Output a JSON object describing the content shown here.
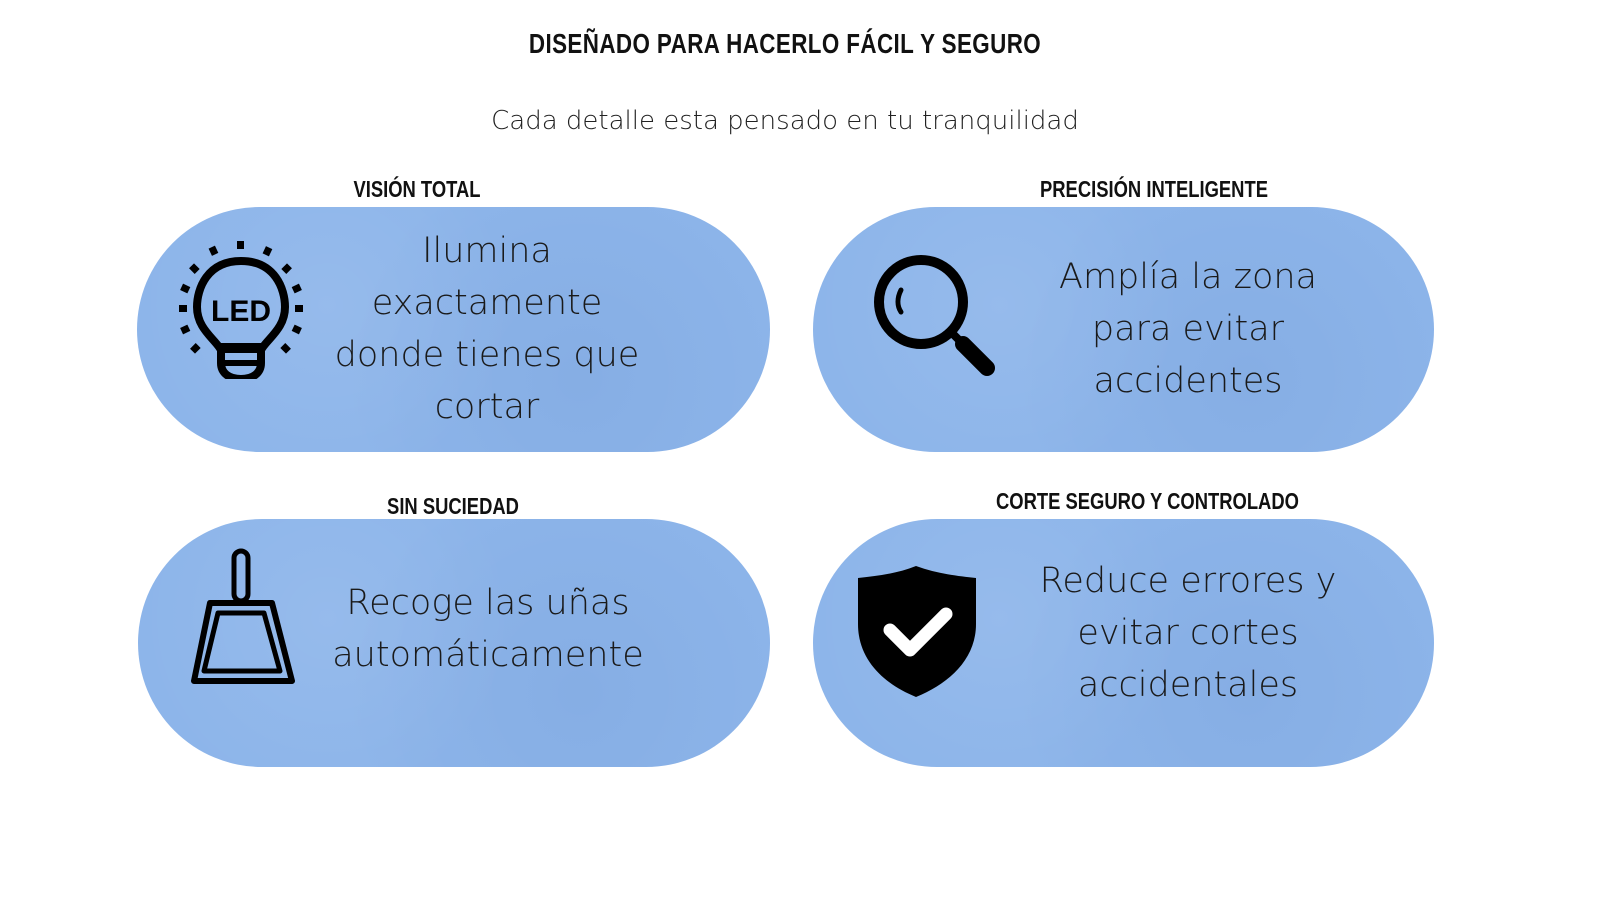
{
  "header": {
    "title": "DISEÑADO PARA HACERLO FÁCIL Y SEGURO",
    "subtitle": "Cada detalle esta pensado en tu tranquilidad"
  },
  "features": [
    {
      "label": "VISIÓN TOTAL",
      "lines": [
        "Ilumina",
        "exactamente",
        "donde tienes que",
        "cortar"
      ],
      "icon": "led-bulb-icon"
    },
    {
      "label": "PRECISIÓN INTELIGENTE",
      "lines": [
        "Amplía la zona",
        "para evitar",
        "accidentes"
      ],
      "icon": "magnifier-icon"
    },
    {
      "label": "SIN SUCIEDAD",
      "lines": [
        "Recoge las uñas",
        "automáticamente"
      ],
      "icon": "dustpan-icon"
    },
    {
      "label": "CORTE SEGURO Y CONTROLADO",
      "lines": [
        "Reduce errores y",
        "evitar cortes",
        "accidentales"
      ],
      "icon": "shield-check-icon"
    }
  ],
  "colors": {
    "card": "#8db5ea",
    "text": "#111111"
  }
}
